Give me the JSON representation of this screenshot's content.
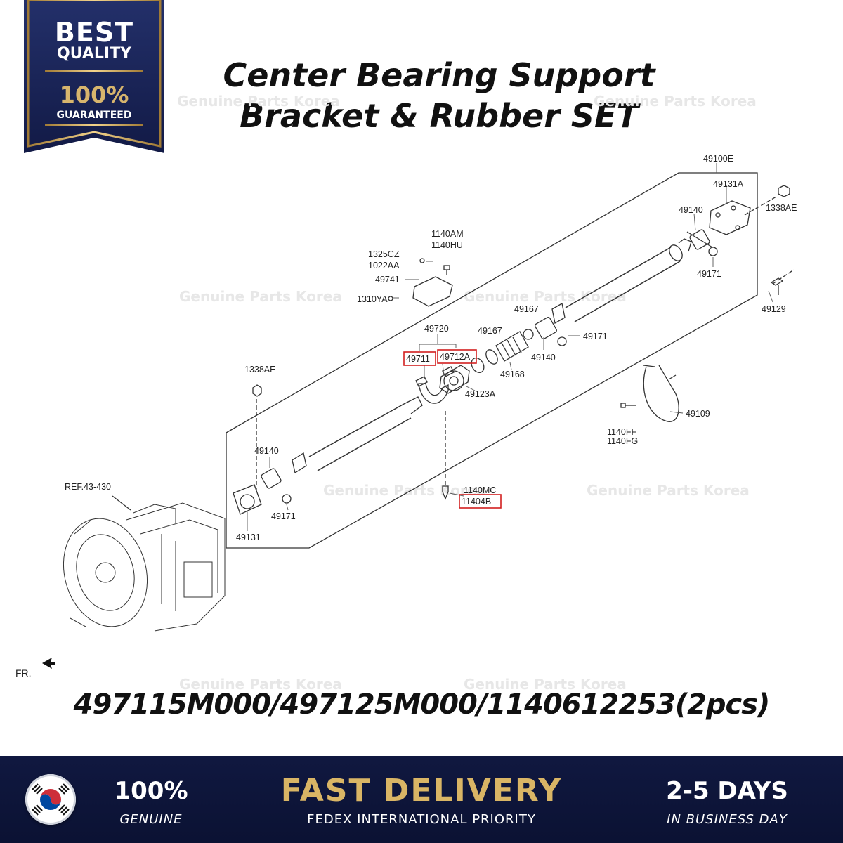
{
  "badge": {
    "line1": "BEST",
    "line2": "QUALITY",
    "line3": "100%",
    "line4": "GUARANTEED"
  },
  "title": {
    "line1": "Center Bearing Support",
    "line2": "Bracket & Rubber SET"
  },
  "watermark": "Genuine Parts Korea",
  "diagram": {
    "labels": {
      "p49100E": "49100E",
      "p49131A": "49131A",
      "p1338AE_top": "1338AE",
      "p49140_top": "49140",
      "p49171_top": "49171",
      "p49129": "49129",
      "p1140AM": "1140AM",
      "p1140HU": "1140HU",
      "p1325CZ": "1325CZ",
      "p1022AA": "1022AA",
      "p49741": "49741",
      "p1310YA": "1310YA",
      "p49167_a": "49167",
      "p49167_b": "49167",
      "p49171_mid": "49171",
      "p49140_mid": "49140",
      "p49168": "49168",
      "p49720": "49720",
      "p49711": "49711",
      "p49712A": "49712A",
      "p49123A": "49123A",
      "p1338AE_left": "1338AE",
      "p49109": "49109",
      "p1140FF": "1140FF",
      "p1140FG": "1140FG",
      "p49140_low": "49140",
      "pREF": "REF.43-430",
      "p1140MC": "1140MC",
      "p11404B": "11404B",
      "p49171_low": "49171",
      "p49131": "49131"
    },
    "highlight_color": "#d21f1f",
    "fr_label": "FR."
  },
  "part_numbers": "497115M000/497125M000/1140612253(2pcs)",
  "footer": {
    "genuine_big": "100%",
    "genuine_small": "GENUINE",
    "delivery_big": "FAST DELIVERY",
    "delivery_small": "FEDEX INTERNATIONAL PRIORITY",
    "days_big": "2-5 DAYS",
    "days_small": "IN BUSINESS DAY",
    "flag_icon": "korea-flag-icon"
  },
  "colors": {
    "navy": "#101840",
    "gold": "#d9b565",
    "badge_navy": "#1b2559"
  }
}
